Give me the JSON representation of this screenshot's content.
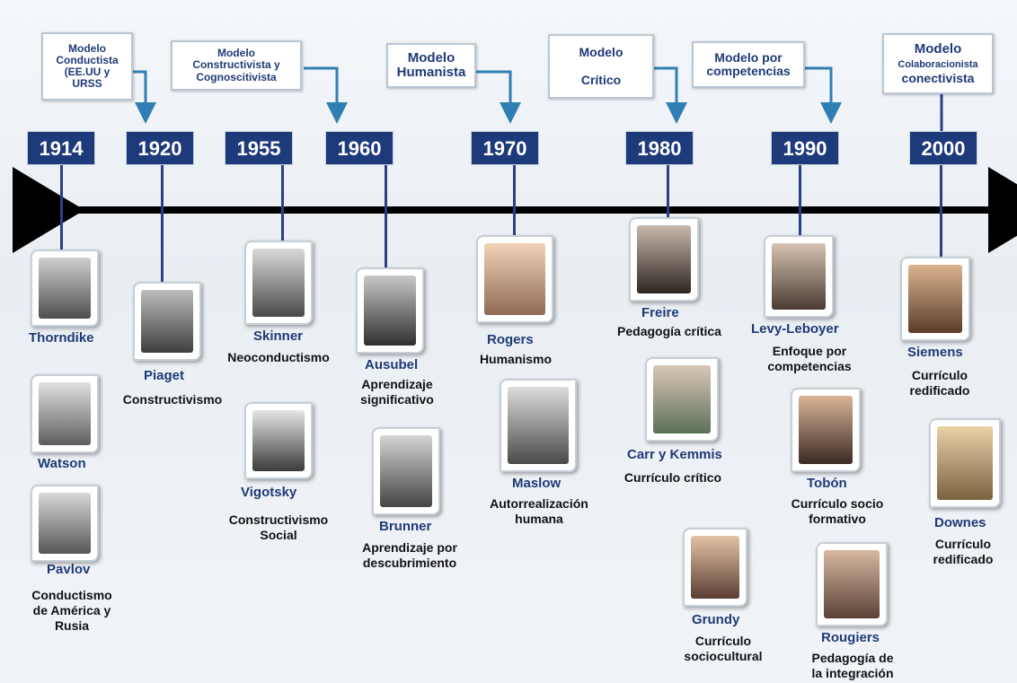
{
  "models": [
    {
      "text": "Modelo\nConductista\n(EE.UU y\nURSS"
    },
    {
      "text": "Modelo\nConstructivista y\nCognoscitivista"
    },
    {
      "text": "Modelo\nHumanista"
    },
    {
      "text": "Modelo\n\nCrítico"
    },
    {
      "text": "Modelo por\ncompetencias"
    },
    {
      "text_main": "Modelo",
      "text_small": "Colaboracionista",
      "text_sub": "conectivista"
    }
  ],
  "years": [
    "1914",
    "1920",
    "1955",
    "1960",
    "1970",
    "1980",
    "1990",
    "2000"
  ],
  "people": [
    {
      "name": "Thorndike",
      "desc": ""
    },
    {
      "name": "Watson",
      "desc": ""
    },
    {
      "name": "Pavlov",
      "desc": "Conductismo\nde América y\nRusia"
    },
    {
      "name": "Piaget",
      "desc": "Constructivismo"
    },
    {
      "name": "Skinner",
      "desc": "Neoconductismo"
    },
    {
      "name": "Vigotsky",
      "desc": "Constructivismo\nSocial"
    },
    {
      "name": "Ausubel",
      "desc": "Aprendizaje\nsignificativo"
    },
    {
      "name": "Brunner",
      "desc": "Aprendizaje por\ndescubrimiento"
    },
    {
      "name": "Rogers",
      "desc": "Humanismo"
    },
    {
      "name": "Maslow",
      "desc": "Autorrealización\nhumana"
    },
    {
      "name": "Freire",
      "desc": "Pedagogía crítica"
    },
    {
      "name": "Carr y Kemmis",
      "desc": "Currículo crítico"
    },
    {
      "name": "Grundy",
      "desc": "Currículo\nsociocultural"
    },
    {
      "name": "Levy-Leboyer",
      "desc": "Enfoque por\ncompetencias"
    },
    {
      "name": "Tobón",
      "desc": "Currículo socio\nformativo"
    },
    {
      "name": "Rougiers",
      "desc": "Pedagogía de\nla integración"
    },
    {
      "name": "Siemens",
      "desc": "Currículo\nredificado"
    },
    {
      "name": "Downes",
      "desc": "Currículo\nredificado"
    }
  ]
}
